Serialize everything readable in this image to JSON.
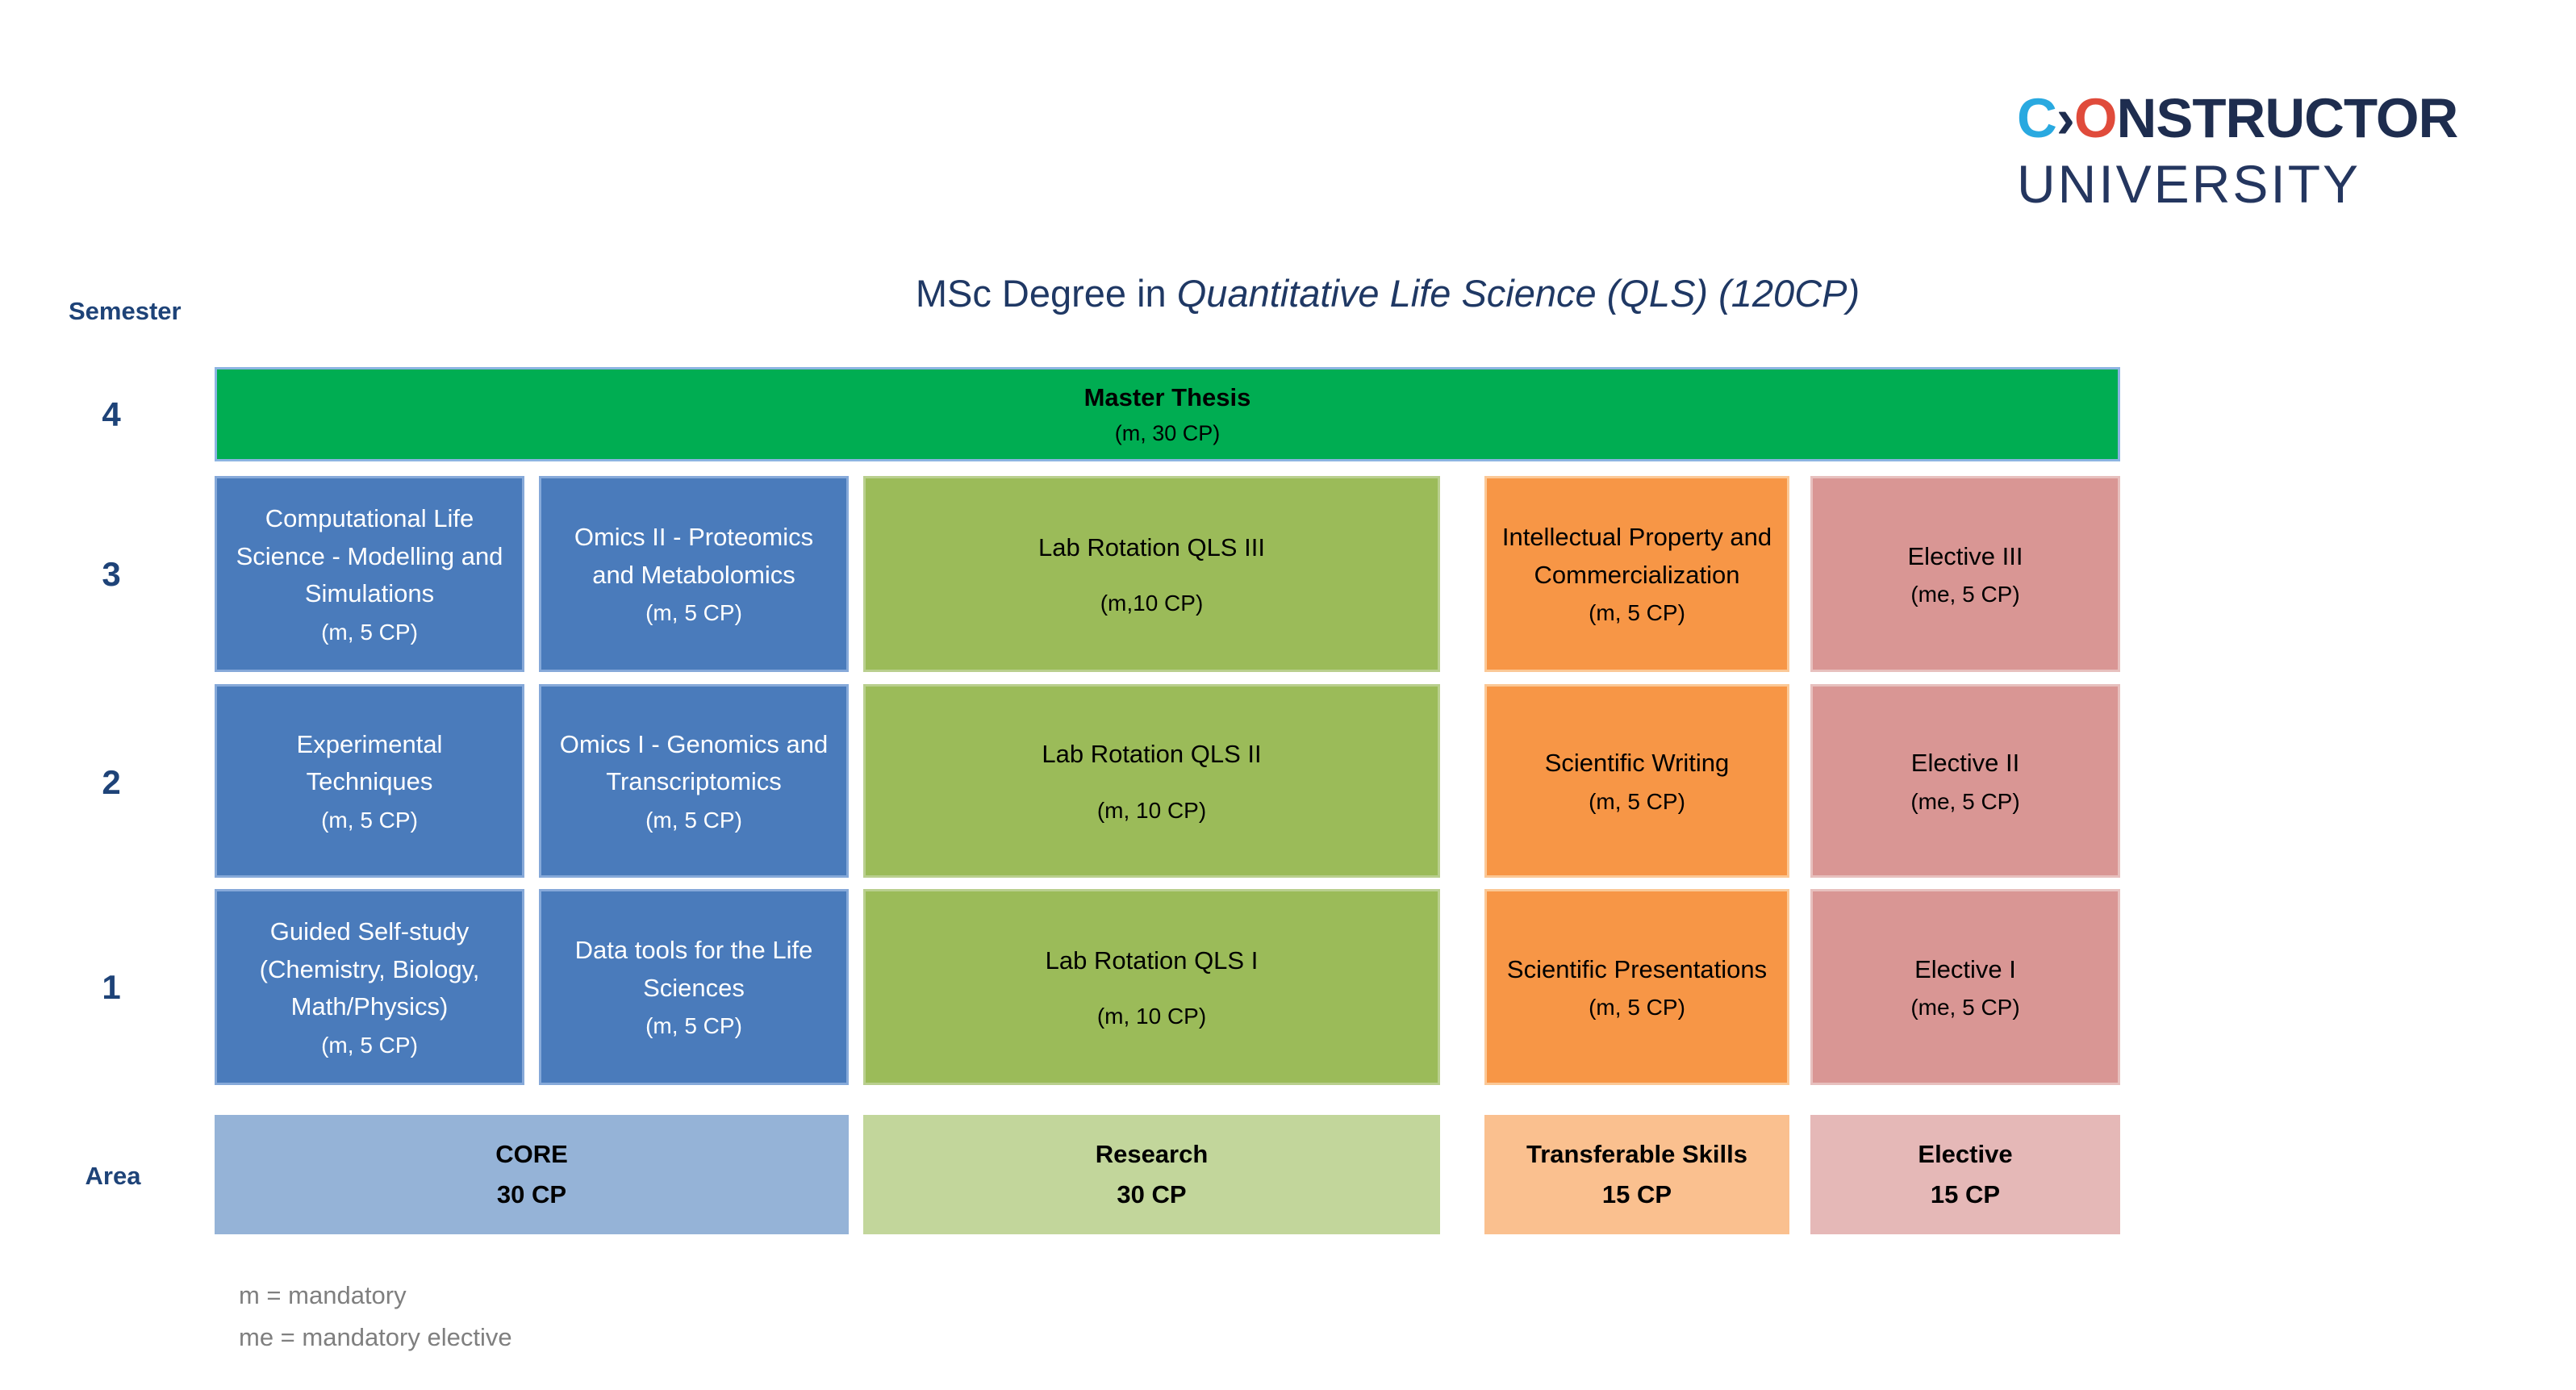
{
  "logo": {
    "c": "C",
    "chevron": "›",
    "o": "O",
    "rest": "NSTRUCTOR",
    "line2": "UNIVERSITY"
  },
  "title": {
    "prefix": "MSc Degree in ",
    "italic": "Quantitative Life Science (QLS) (120CP)"
  },
  "axis": {
    "semester_label": "Semester",
    "area_label": "Area",
    "row_labels": [
      "4",
      "3",
      "2",
      "1"
    ]
  },
  "thesis": {
    "name": "Master Thesis",
    "credits": "(m, 30 CP)"
  },
  "course_rows": [
    {
      "semester": "3",
      "cells": [
        {
          "name": "Computational Life Science - Modelling and Simulations",
          "credits": "(m, 5 CP)"
        },
        {
          "name": "Omics II - Proteomics and Metabolomics",
          "credits": "(m, 5 CP)"
        },
        {
          "name": "Lab Rotation QLS III",
          "credits": "(m,10 CP)"
        },
        {
          "name": "Intellectual Property and Commercialization",
          "credits": "(m, 5 CP)"
        },
        {
          "name": "Elective III",
          "credits": "(me, 5 CP)"
        }
      ]
    },
    {
      "semester": "2",
      "cells": [
        {
          "name": "Experimental Techniques",
          "credits": "(m, 5 CP)"
        },
        {
          "name": "Omics I - Genomics and Transcriptomics",
          "credits": "(m, 5 CP)"
        },
        {
          "name": "Lab Rotation QLS II",
          "credits": "(m, 10 CP)"
        },
        {
          "name": "Scientific Writing",
          "credits": "(m, 5 CP)"
        },
        {
          "name": "Elective II",
          "credits": "(me, 5 CP)"
        }
      ]
    },
    {
      "semester": "1",
      "cells": [
        {
          "name": "Guided Self-study (Chemistry, Biology, Math/Physics)",
          "credits": "(m, 5 CP)"
        },
        {
          "name": "Data tools for the Life Sciences",
          "credits": "(m, 5 CP)"
        },
        {
          "name": "Lab Rotation QLS I",
          "credits": "(m, 10 CP)"
        },
        {
          "name": "Scientific Presentations",
          "credits": "(m, 5 CP)"
        },
        {
          "name": "Elective I",
          "credits": "(me, 5 CP)"
        }
      ]
    }
  ],
  "areas": [
    {
      "name": "CORE",
      "credits": "30 CP"
    },
    {
      "name": "Research",
      "credits": "30 CP"
    },
    {
      "name": "Transferable Skills",
      "credits": "15 CP"
    },
    {
      "name": "Elective",
      "credits": "15 CP"
    }
  ],
  "legend": [
    "m = mandatory",
    "me = mandatory elective"
  ],
  "colors": {
    "navy": "#1F3864",
    "legend_gray": "#7F7F7F",
    "logo_blue": "#29A9E0",
    "logo_red": "#E04B3B",
    "logo_navy": "#1E2D4F",
    "core": "#4A7BBB",
    "core_border": "#86A9D9",
    "research": "#9BBB59",
    "research_border": "#B9CF8E",
    "skills": "#F79646",
    "skills_border": "#FBC896",
    "elective": "#D99694",
    "elective_border": "#E7C0BE",
    "thesis": "#00AD52",
    "thesis_border": "#8DB4E2",
    "area_core": "#95B3D7",
    "area_research": "#C2D69B",
    "area_skills": "#FAC08F",
    "area_elective": "#E5B8B7"
  }
}
